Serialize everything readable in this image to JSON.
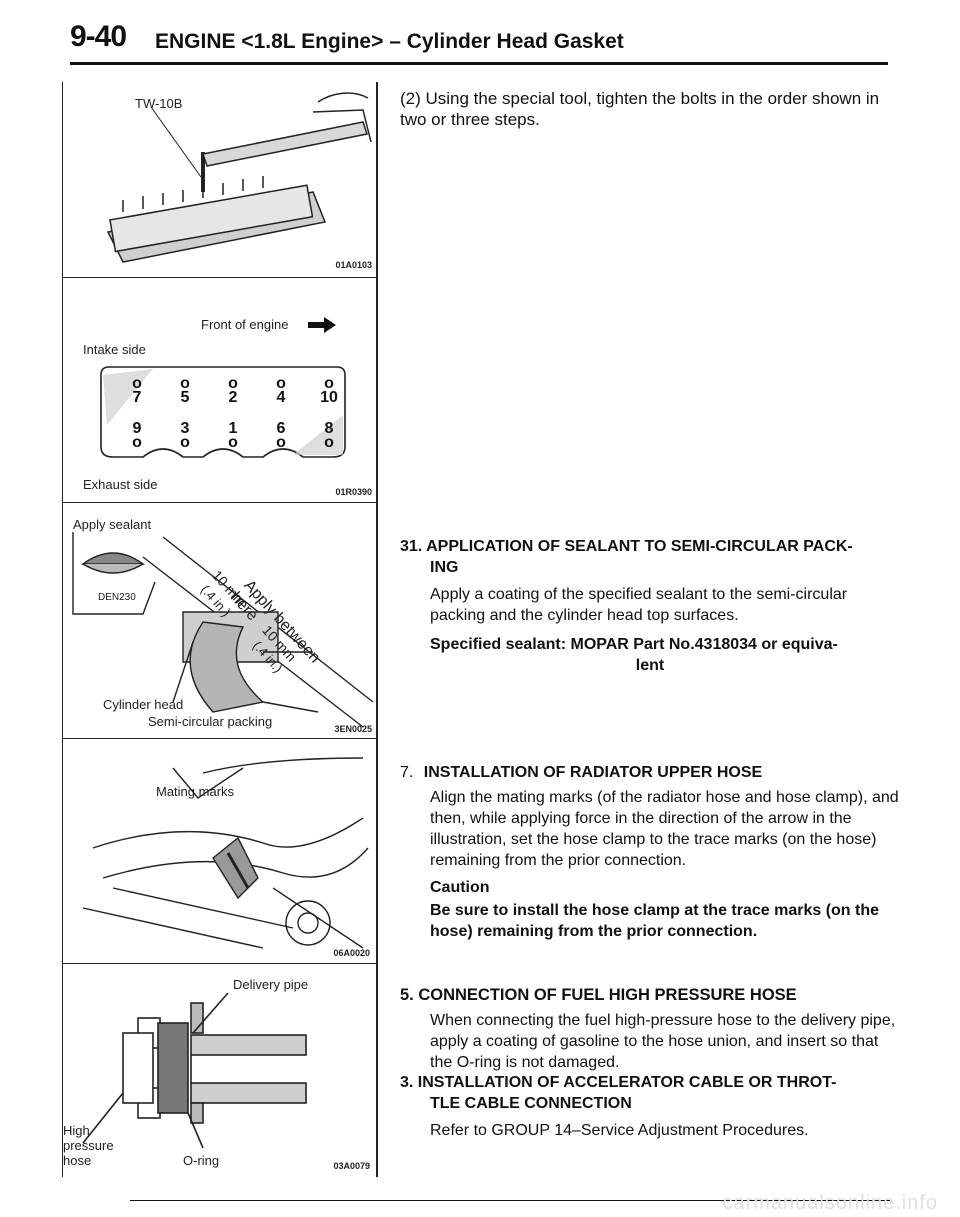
{
  "header": {
    "page_number": "9-40",
    "title": "ENGINE <1.8L Engine> – Cylinder Head Gasket"
  },
  "figures": {
    "fig1": {
      "tool_label": "TW-10B",
      "code": "01A0103"
    },
    "fig2": {
      "front_label": "Front of engine",
      "intake_label": "Intake side",
      "exhaust_label": "Exhaust side",
      "code": "01R0390",
      "bolts_top": [
        "7",
        "5",
        "2",
        "4",
        "10"
      ],
      "bolts_bottom": [
        "9",
        "3",
        "1",
        "6",
        "8"
      ]
    },
    "fig3": {
      "apply_sealant": "Apply sealant",
      "sealant_code": "DEN230",
      "apply_between": "Apply between here",
      "dim1": "10 mm",
      "dim1_in": "(.4 in.)",
      "dim2": "10 mm",
      "dim2_in": "(.4 in.)",
      "cyl_head": "Cylinder head",
      "packing": "Semi-circular packing",
      "code": "3EN0025"
    },
    "fig4": {
      "mating_marks": "Mating marks",
      "code": "06A0020"
    },
    "fig5": {
      "delivery_pipe": "Delivery pipe",
      "hp_line1": "High",
      "hp_line2": "pressure",
      "hp_line3": "hose",
      "oring": "O-ring",
      "code": "03A0079"
    }
  },
  "content": {
    "intro_step": "(2) Using the special tool, tighten the bolts in the order shown in two or three steps.",
    "s31_title_a": "31. APPLICATION OF SEALANT TO SEMI-CIRCULAR PACK-",
    "s31_title_b": "ING",
    "s31_body": "Apply a coating of the specified sealant to the semi-circular packing and the cylinder head top surfaces.",
    "s31_spec_a": "Specified sealant: MOPAR Part No.4318034 or equiva-",
    "s31_spec_b": "lent",
    "s7_num": "7.",
    "s7_title": "INSTALLATION OF RADIATOR UPPER HOSE",
    "s7_body": "Align the mating marks (of the radiator hose and hose clamp), and then, while applying force in the direction of the arrow in the illustration, set the hose clamp to the trace marks (on the hose) remaining from the prior connection.",
    "s7_caution": "Caution",
    "s7_caution_text": "Be sure to install the hose clamp at the trace marks (on the hose) remaining from the prior connection.",
    "s5_title": "5. CONNECTION OF FUEL HIGH PRESSURE HOSE",
    "s5_body": "When connecting the fuel high-pressure hose to the delivery pipe, apply a coating of gasoline to the hose union, and insert so that the O-ring is not damaged.",
    "s3_title_a": "3. INSTALLATION OF ACCELERATOR CABLE OR THROT-",
    "s3_title_b": "TLE CABLE CONNECTION",
    "s3_body": "Refer to GROUP 14–Service Adjustment Procedures."
  },
  "watermark": "carmanualsonline.info"
}
